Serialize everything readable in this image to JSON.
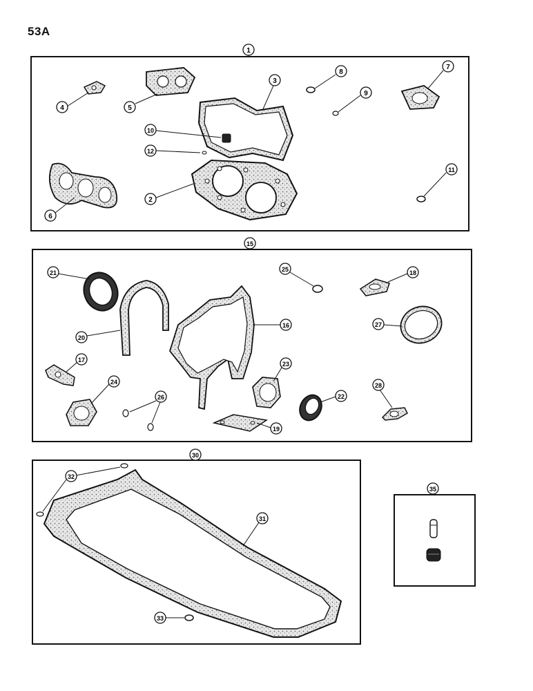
{
  "page": {
    "number": "53A"
  },
  "kits": [
    {
      "callout": "1",
      "parts": [
        "2",
        "3",
        "4",
        "5",
        "6",
        "7",
        "8",
        "9",
        "10",
        "11",
        "12"
      ]
    },
    {
      "callout": "15",
      "parts": [
        "16",
        "17",
        "18",
        "19",
        "20",
        "21",
        "22",
        "23",
        "24",
        "25",
        "26",
        "27",
        "28"
      ]
    },
    {
      "callout": "30",
      "parts": [
        "31",
        "32",
        "33"
      ]
    },
    {
      "callout": "35",
      "parts": []
    }
  ],
  "callouts": {
    "c1": "1",
    "c2": "2",
    "c3": "3",
    "c4": "4",
    "c5": "5",
    "c6": "6",
    "c7": "7",
    "c8": "8",
    "c9": "9",
    "c10": "10",
    "c11": "11",
    "c12": "12",
    "c15": "15",
    "c16": "16",
    "c17": "17",
    "c18": "18",
    "c19": "19",
    "c20": "20",
    "c21": "21",
    "c22": "22",
    "c23": "23",
    "c24": "24",
    "c25": "25",
    "c26": "26",
    "c27": "27",
    "c28": "28",
    "c30": "30",
    "c31": "31",
    "c32": "32",
    "c33": "33",
    "c35": "35"
  },
  "colors": {
    "ink": "#111111",
    "gasket_fill": "#d8d8d8",
    "paper": "#ffffff"
  }
}
